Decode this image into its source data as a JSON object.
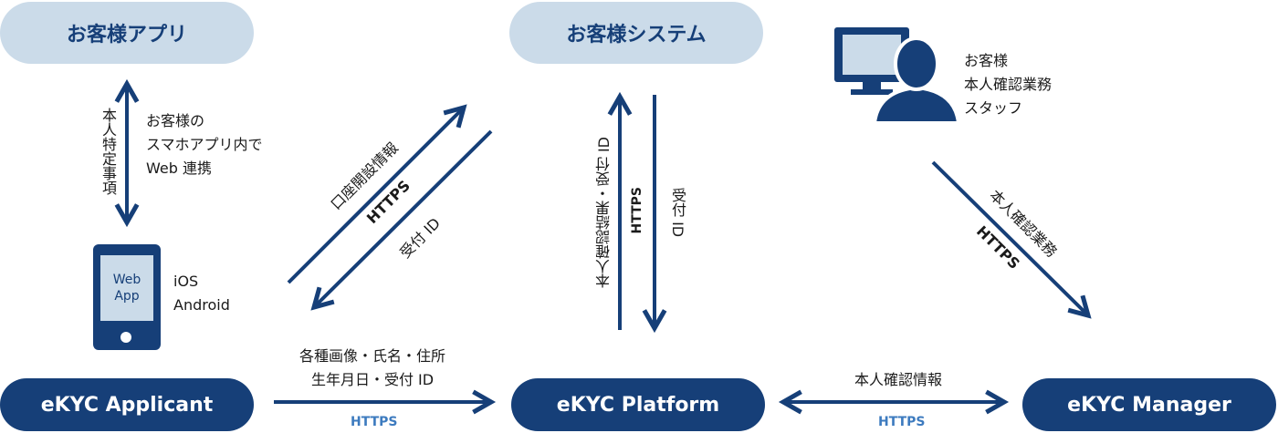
{
  "nodes": {
    "customer_app": "お客様アプリ",
    "customer_system": "お客様システム",
    "applicant": "eKYC Applicant",
    "platform": "eKYC Platform",
    "manager": "eKYC Manager"
  },
  "phone": {
    "screen_line1": "Web",
    "screen_line2": "App",
    "os_line1": "iOS",
    "os_line2": "Android"
  },
  "staff": {
    "line1": "お客様",
    "line2": "本人確認業務",
    "line3": "スタッフ"
  },
  "edges": {
    "app_applicant_label": "本人特定事項",
    "app_note_line1": "お客様の",
    "app_note_line2": "スマホアプリ内で",
    "app_note_line3": "Web 連携",
    "diag_up_label": "口座開設情報",
    "diag_https": "HTTPS",
    "diag_down_label": "受付 ID",
    "platform_up_label": "本人確認結果・受付 ID",
    "platform_https": "HTTPS",
    "platform_down_label": "受付 ID",
    "manager_diag_label": "本人確認業務",
    "manager_diag_https": "HTTPS",
    "bottom_left_line1": "各種画像・氏名・住所",
    "bottom_left_line2": "生年月日・受付 ID",
    "bottom_left_https": "HTTPS",
    "bottom_right_label": "本人確認情報",
    "bottom_right_https": "HTTPS"
  },
  "colors": {
    "dark_blue": "#163f78",
    "light_blue": "#cbdbe9",
    "https_blue": "#3d7bbf"
  },
  "icons": [
    "smartphone-icon",
    "monitor-icon",
    "person-icon"
  ]
}
